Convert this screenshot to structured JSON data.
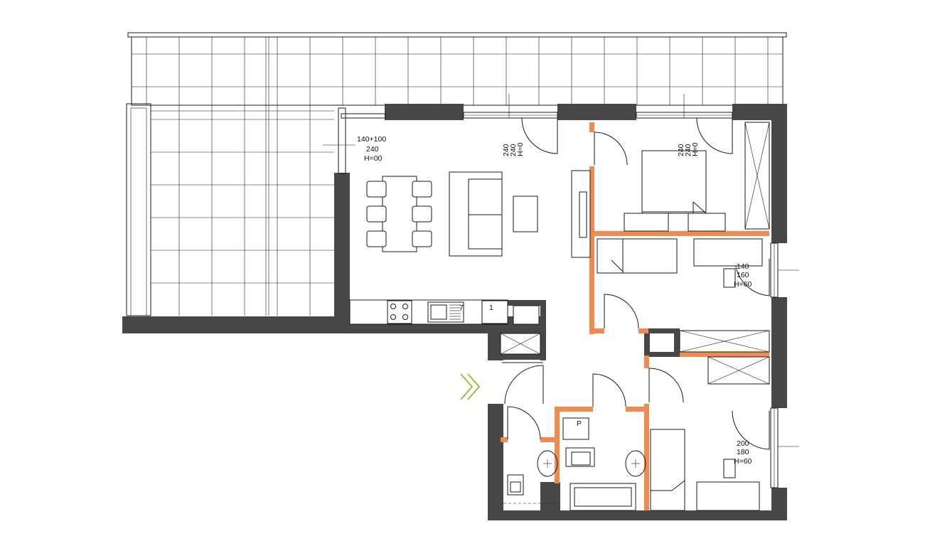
{
  "annotations": {
    "living_window": {
      "line1": "140+100",
      "line2": "240",
      "line3": "H=00"
    },
    "living_door": {
      "line1": "240",
      "line2": "240",
      "line3": "H=0"
    },
    "bedroom_door": {
      "line1": "240",
      "line2": "240",
      "line3": "H=0"
    },
    "room2_window": {
      "line1": "140",
      "line2": "160",
      "line3": "H=60"
    },
    "room3_window": {
      "line1": "200",
      "line2": "180",
      "line3": "H=60"
    }
  },
  "fixtures": {
    "laundry_label": "P",
    "kitchen_sink_label": "7",
    "fridge_label": "1"
  },
  "colors": {
    "wall": "#474747",
    "partition": "#f28a50",
    "entrance_marker": "#8cc63f",
    "line": "#1a1a1a"
  },
  "icons": {
    "entrance": "double-chevron-right-icon"
  }
}
